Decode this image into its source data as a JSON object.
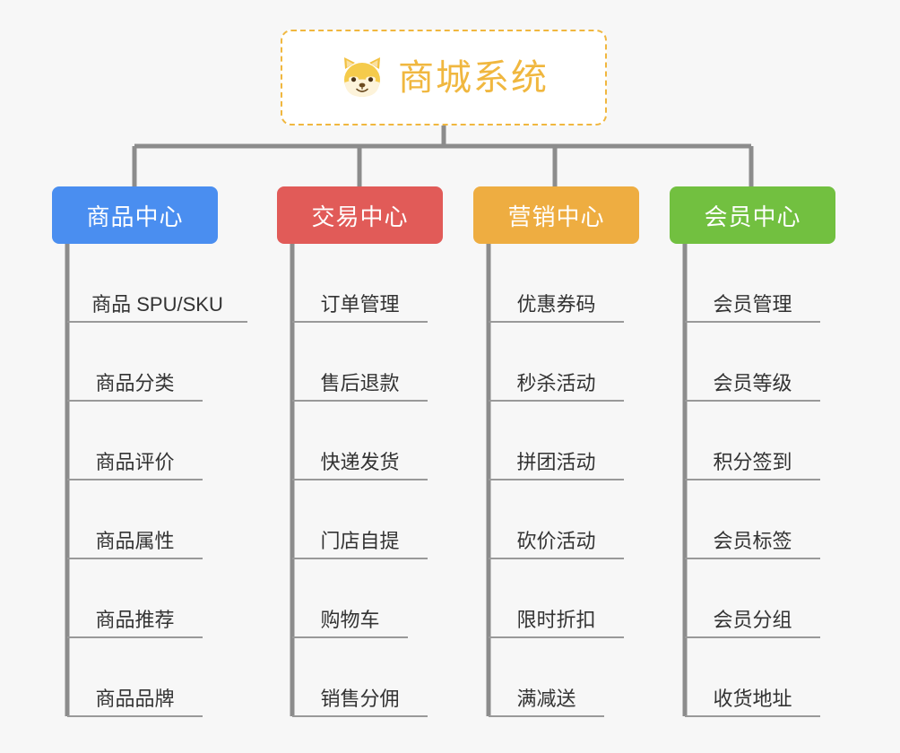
{
  "diagram": {
    "type": "org-chart",
    "background_color": "#f7f7f7",
    "root": {
      "title": "商城系统",
      "icon": "shiba-dog-face-emoji",
      "border_color": "#f0b73f",
      "text_color": "#f0b73f",
      "background_color": "#ffffff",
      "border_style": "dashed"
    },
    "connector_color": "#8c8c8c",
    "leaf_text_color": "#333333",
    "leaf_underline_color": "#999999",
    "branches": [
      {
        "id": "product-center",
        "label": "商品中心",
        "color": "#4a8ef0",
        "items": [
          "商品 SPU/SKU",
          "商品分类",
          "商品评价",
          "商品属性",
          "商品推荐",
          "商品品牌"
        ]
      },
      {
        "id": "trade-center",
        "label": "交易中心",
        "color": "#e15b58",
        "items": [
          "订单管理",
          "售后退款",
          "快递发货",
          "门店自提",
          "购物车",
          "销售分佣"
        ]
      },
      {
        "id": "marketing-center",
        "label": "营销中心",
        "color": "#eead41",
        "items": [
          "优惠券码",
          "秒杀活动",
          "拼团活动",
          "砍价活动",
          "限时折扣",
          "满减送"
        ]
      },
      {
        "id": "member-center",
        "label": "会员中心",
        "color": "#72c040",
        "items": [
          "会员管理",
          "会员等级",
          "积分签到",
          "会员标签",
          "会员分组",
          "收货地址"
        ]
      }
    ]
  }
}
